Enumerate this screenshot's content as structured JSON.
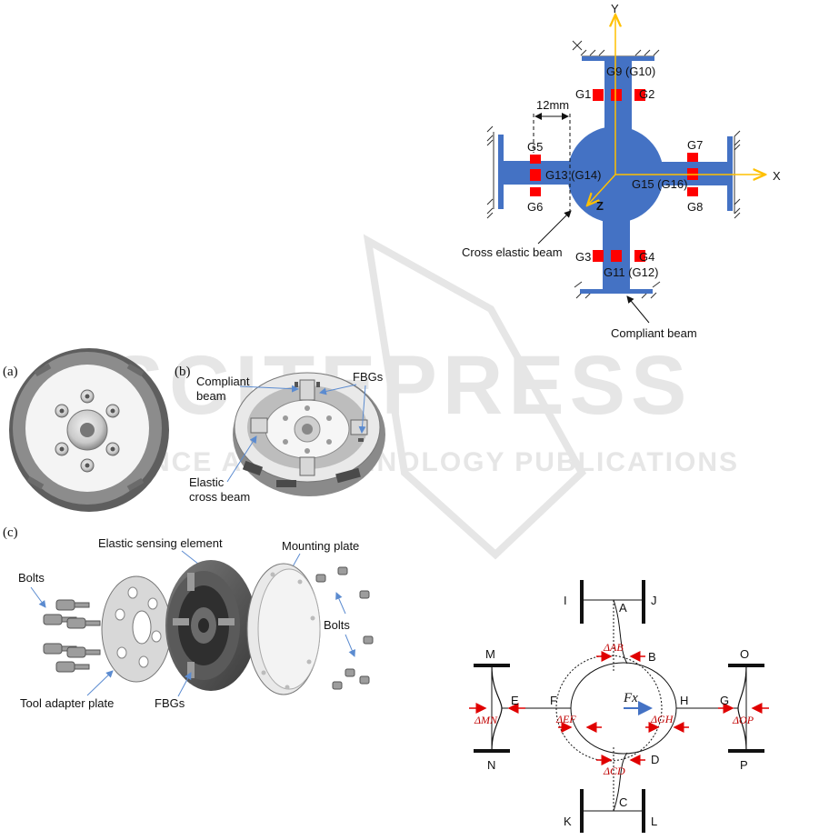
{
  "watermark": {
    "brand": "SCITEPRESS",
    "tagline": "SCIENCE AND TECHNOLOGY PUBLICATIONS"
  },
  "cross_beam_diagram": {
    "axis_x": "X",
    "axis_y": "Y",
    "axis_z": "Z",
    "dimension": "12mm",
    "gratings": {
      "g1": "G1",
      "g2": "G2",
      "g3": "G3",
      "g4": "G4",
      "g5": "G5",
      "g6": "G6",
      "g7": "G7",
      "g8": "G8",
      "g9_10": "G9 (G10)",
      "g11_12": "G11 (G12)",
      "g13_14": "G13 (G14)",
      "g15_16": "G15 (G16)"
    },
    "callout_cross": "Cross elastic beam",
    "callout_compliant": "Compliant beam",
    "colors": {
      "beam": "#4472c4",
      "grating": "#ff0000",
      "axis": "#ffc000"
    }
  },
  "panel_a": {
    "tag": "(a)"
  },
  "panel_b": {
    "tag": "(b)",
    "compliant_line1": "Compliant",
    "compliant_line2": "beam",
    "fbgs": "FBGs",
    "cross_line1": "Elastic",
    "cross_line2": "cross beam"
  },
  "panel_c": {
    "tag": "(c)",
    "elastic": "Elastic sensing element",
    "mounting": "Mounting plate",
    "bolts_left": "Bolts",
    "bolts_right": "Bolts",
    "tool": "Tool adapter plate",
    "fbgs": "FBGs"
  },
  "deformation_diagram": {
    "points": {
      "A": "A",
      "B": "B",
      "C": "C",
      "D": "D",
      "E": "E",
      "F": "F",
      "G": "G",
      "H": "H",
      "I": "I",
      "J": "J",
      "K": "K",
      "L": "L",
      "M": "M",
      "N": "N",
      "O": "O",
      "P": "P"
    },
    "force": "Fx",
    "deltas": {
      "ab": "ΔAB",
      "ef": "ΔEF",
      "gh": "ΔGH",
      "cd": "ΔCD",
      "mn": "ΔMN",
      "op": "ΔOP"
    },
    "colors": {
      "arrow": "#e00000",
      "force": "#4472c4"
    }
  }
}
